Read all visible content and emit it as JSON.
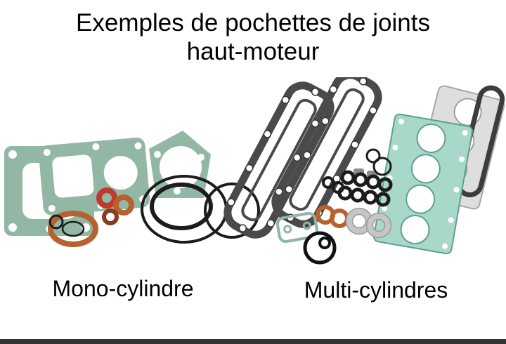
{
  "title": {
    "line1": "Exemples de pochettes de joints",
    "line2": "haut-moteur"
  },
  "figures": {
    "left": {
      "caption": "Mono-cylindre"
    },
    "right": {
      "caption": "Multi-cylindres"
    }
  },
  "colors": {
    "background": "#ffffff",
    "text": "#000000",
    "gasket_green": "#92b7a5",
    "gasket_teal": "#a7d8c9",
    "gasket_dark": "#4a4a4a",
    "gasket_gray": "#dedede",
    "copper": "#b5622f",
    "red_fiber": "#c0392b",
    "rubber_black": "#1c1c1c",
    "metal_gray": "#c6c6c6",
    "bottom_bar": "#31352f"
  }
}
